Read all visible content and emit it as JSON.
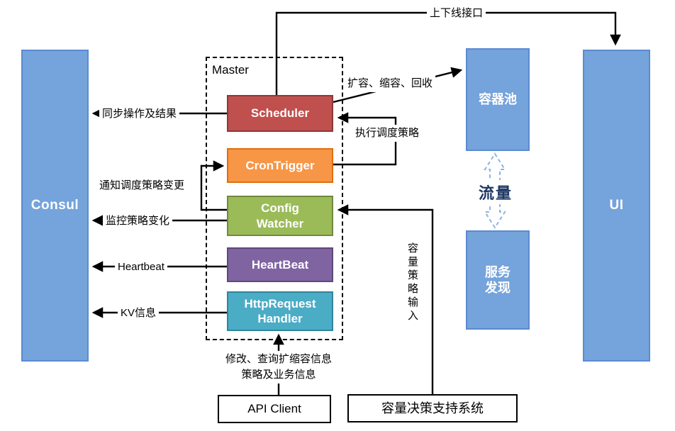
{
  "nodes": {
    "consul": {
      "label": "Consul"
    },
    "master": {
      "label": "Master"
    },
    "scheduler": {
      "label": "Scheduler"
    },
    "cron_trigger": {
      "label": "CronTrigger"
    },
    "config_watcher": {
      "label": "Config\nWatcher"
    },
    "heartbeat": {
      "label": "HeartBeat"
    },
    "http_handler": {
      "label": "HttpRequest\nHandler"
    },
    "container_pool": {
      "label": "容器池"
    },
    "service_discovery": {
      "label": "服务\n发现"
    },
    "ui": {
      "label": "UI"
    },
    "api_client": {
      "label": "API Client"
    },
    "capacity_system": {
      "label": "容量决策支持系统"
    }
  },
  "edges": {
    "online_offline_interface": {
      "label": "上下线接口"
    },
    "sync_ops_results": {
      "label": "同步操作及结果"
    },
    "scale_recycle": {
      "label": "扩容、缩容、回收"
    },
    "execute_schedule_policy": {
      "label": "执行调度策略"
    },
    "notify_policy_change": {
      "label": "通知调度策略变更"
    },
    "monitor_policy_change": {
      "label": "监控策略变化"
    },
    "heartbeat": {
      "label": "Heartbeat"
    },
    "kv_info": {
      "label": "KV信息"
    },
    "modify_query_info": {
      "label": "修改、查询扩缩容信息\n策略及业务信息"
    },
    "capacity_policy_input": {
      "label": "容量策略输入"
    },
    "traffic": {
      "label": "流量"
    }
  },
  "colors": {
    "node_blue": "#75A3DB",
    "scheduler_red": "#C0504D",
    "cron_orange": "#F79646",
    "config_green": "#9BBB59",
    "heartbeat_purple": "#8064A2",
    "handler_teal": "#4BACC6",
    "arrow_black": "#000000",
    "traffic_text": "#1F3864",
    "traffic_arrow": "#8DB4E2"
  }
}
